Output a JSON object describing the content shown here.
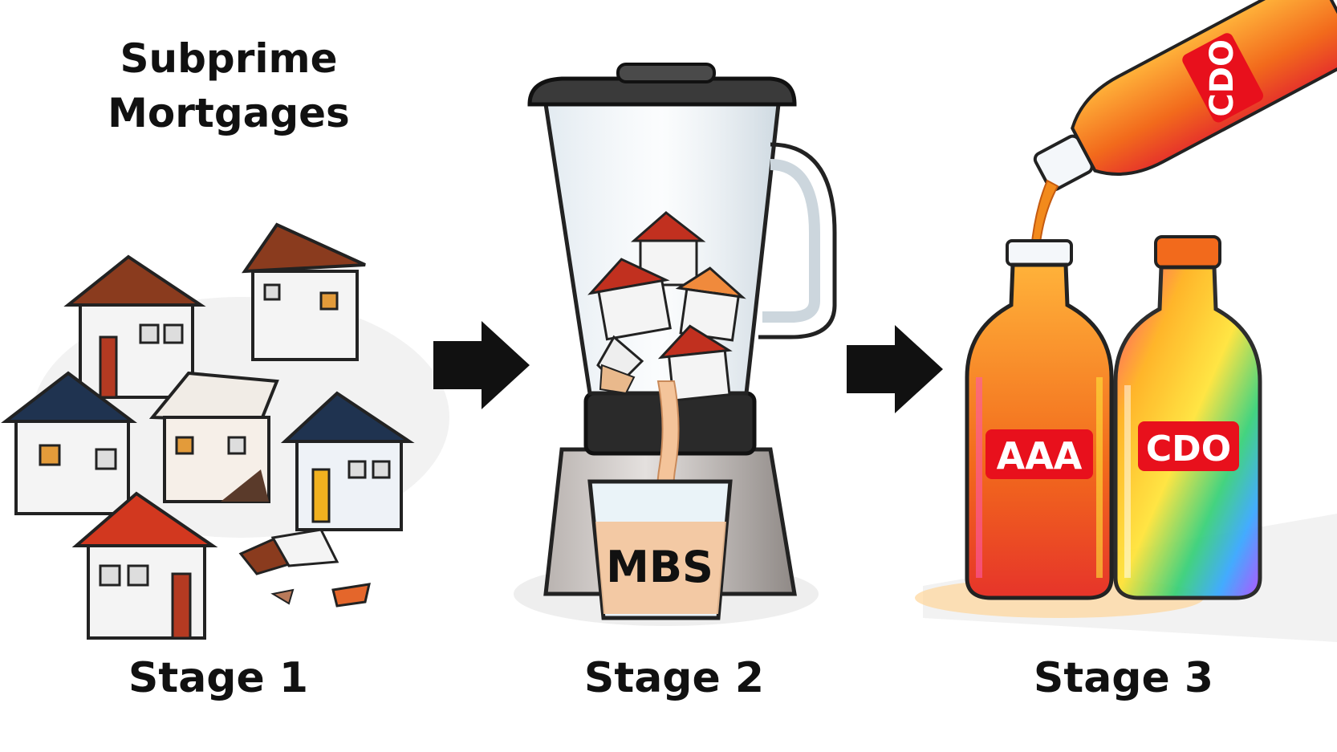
{
  "stage1": {
    "title_line1": "Subprime",
    "title_line2": "Mortgages",
    "caption": "Stage 1"
  },
  "stage2": {
    "cup_label": "MBS",
    "caption": "Stage 2"
  },
  "stage3": {
    "pour_bottle_label": "CDO",
    "left_bottle_label": "AAA",
    "right_bottle_label": "CDO",
    "caption": "Stage 3"
  },
  "colors": {
    "label_red": "#e8101c",
    "roof_red": "#c1301f",
    "roof_brown": "#8a3b1e",
    "roof_navy": "#1f3350",
    "liquid_orange": "#f28a1c",
    "mbs_liquid": "#f4c49a"
  }
}
